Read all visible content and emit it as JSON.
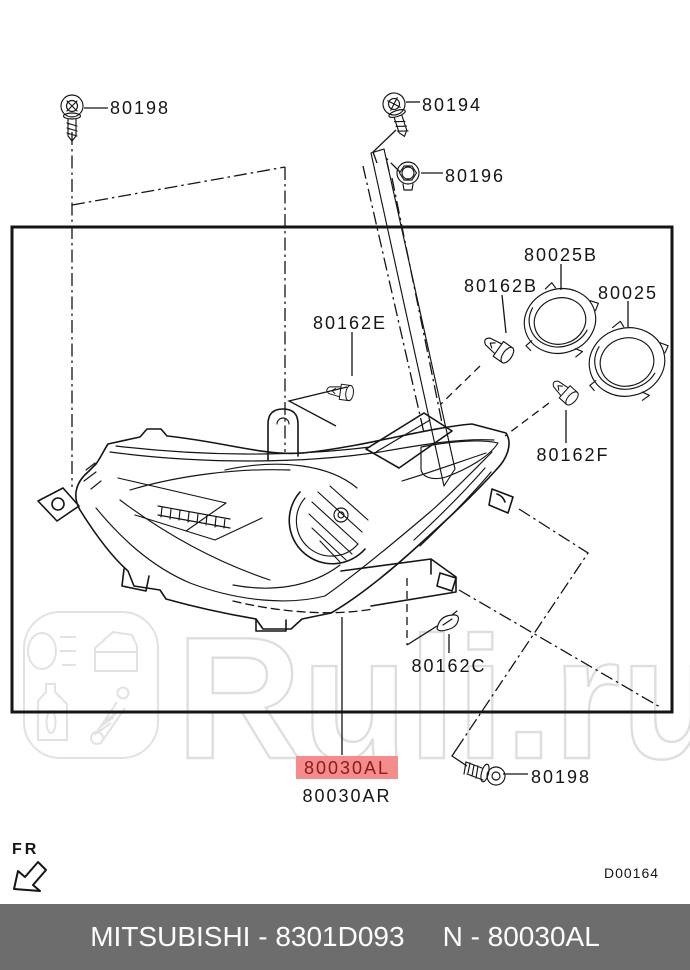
{
  "watermark": {
    "text": "Ruli.ru"
  },
  "diagram": {
    "code": "D00164",
    "fr_label": "FR",
    "description": "Headlamp assembly exploded parts diagram",
    "parts": [
      {
        "id": "80198-top",
        "code": "80198",
        "icon": "screw-icon",
        "highlighted": false
      },
      {
        "id": "80194",
        "code": "80194",
        "icon": "screw-icon",
        "highlighted": false
      },
      {
        "id": "80196",
        "code": "80196",
        "icon": "flange-nut-icon",
        "highlighted": false
      },
      {
        "id": "80025B",
        "code": "80025B",
        "icon": "retaining-ring-icon",
        "highlighted": false
      },
      {
        "id": "80162B",
        "code": "80162B",
        "icon": "bulb-icon",
        "highlighted": false
      },
      {
        "id": "80025",
        "code": "80025",
        "icon": "retaining-ring-icon",
        "highlighted": false
      },
      {
        "id": "80162E",
        "code": "80162E",
        "icon": "bulb-icon",
        "highlighted": false
      },
      {
        "id": "80162F",
        "code": "80162F",
        "icon": "bulb-icon",
        "highlighted": false
      },
      {
        "id": "80162C",
        "code": "80162C",
        "icon": "clip-icon",
        "highlighted": false
      },
      {
        "id": "80030AL",
        "code": "80030AL",
        "icon": "none",
        "highlighted": true
      },
      {
        "id": "80030AR",
        "code": "80030AR",
        "icon": "none",
        "highlighted": false
      },
      {
        "id": "80198-bottom",
        "code": "80198",
        "icon": "bolt-icon",
        "highlighted": false
      }
    ]
  },
  "footer": {
    "left": "MITSUBISHI - 8301D093",
    "right": "N - 80030AL"
  },
  "colors": {
    "highlight_bg": "#f48c8c",
    "highlight_text": "#8b1a1a",
    "footer_bg": "#6d6d6d",
    "footer_text": "#fdfdfd",
    "watermark": "#dedede",
    "line": "#151515"
  }
}
